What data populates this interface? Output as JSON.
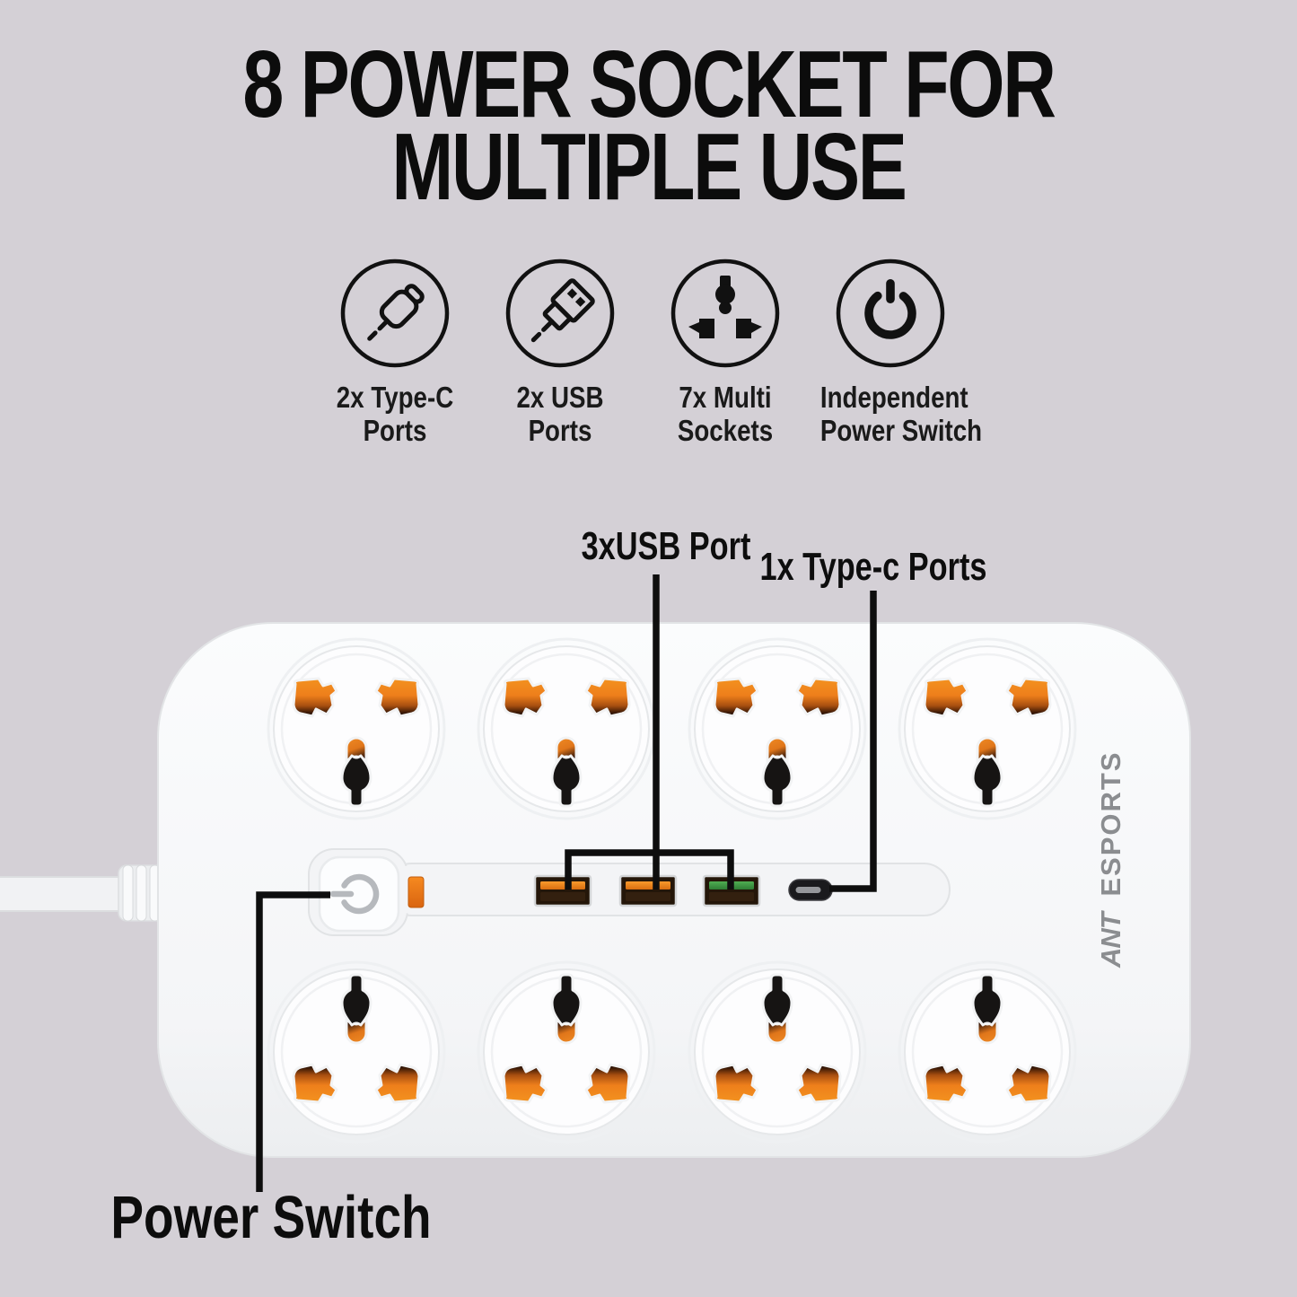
{
  "page": {
    "background": "#d4d0d6"
  },
  "title": {
    "line1": "8 POWER SOCKET FOR",
    "line2": "MULTIPLE USE"
  },
  "features": [
    {
      "icon": "type-c-cable-icon",
      "line1": "2x Type-C",
      "line2": "Ports"
    },
    {
      "icon": "usb-cable-icon",
      "line1": "2x USB",
      "line2": "Ports"
    },
    {
      "icon": "multi-socket-icon",
      "line1": "7x Multi",
      "line2": "Sockets"
    },
    {
      "icon": "power-switch-icon",
      "line1": "Independent",
      "line2": "Power Switch"
    }
  ],
  "callouts": {
    "usb": "3xUSB Port",
    "typec": "1x Type-c Ports",
    "power": "Power Switch"
  },
  "product": {
    "brand": "ANT",
    "brand_suffix": "ESPORTS",
    "socket_count": 8,
    "usb_a_ports": 3,
    "type_c_ports": 1,
    "colors": {
      "slot_orange": "#ef8320",
      "usb_green": "#3fa04a",
      "led_orange": "#ee7817",
      "callout_line": "#0e0e0e",
      "strip_white": "#f7f8fa"
    }
  }
}
